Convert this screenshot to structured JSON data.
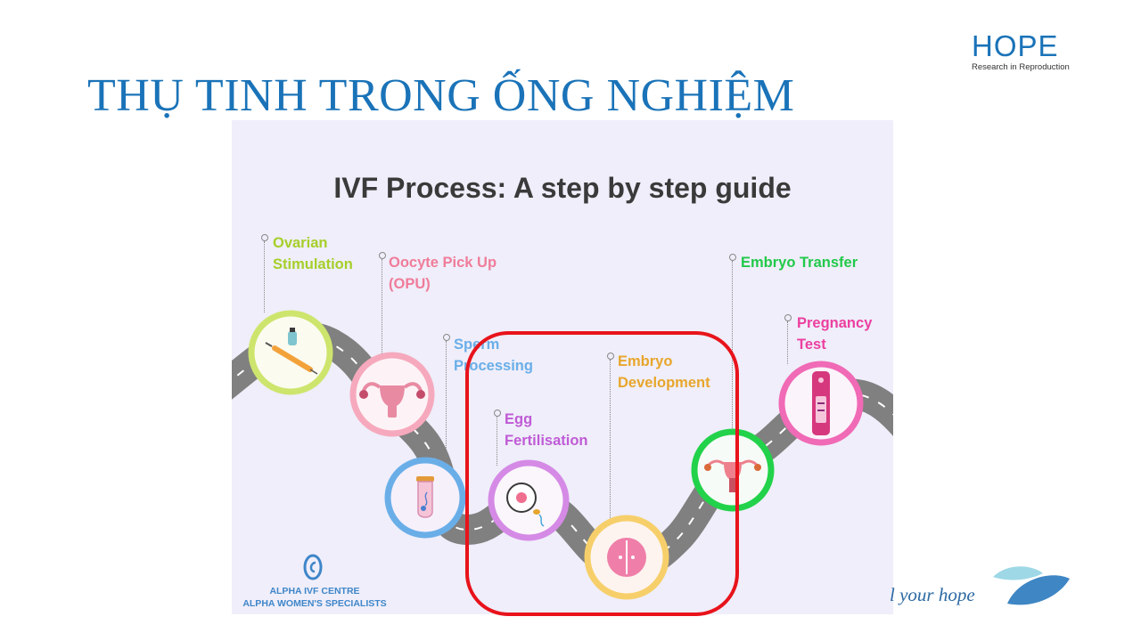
{
  "slide": {
    "title": "THỤ TINH TRONG ỐNG NGHIỆM",
    "brand": {
      "name": "HOPE",
      "subtitle": "Research in Reproduction"
    },
    "tagline": "l your hope"
  },
  "infographic": {
    "title": "IVF Process: A step by step guide",
    "steps": [
      {
        "label": "Ovarian\nStimulation",
        "color": "#a6cf2a",
        "ring": "#cde56d",
        "icon": "syringe-icon"
      },
      {
        "label": "Oocyte Pick Up\n(OPU)",
        "color": "#f07c9a",
        "ring": "#f6a9bd",
        "icon": "uterus-icon"
      },
      {
        "label": "Sperm\nProcessing",
        "color": "#6aaee8",
        "ring": "#6aaee8",
        "icon": "test-tube-icon"
      },
      {
        "label": "Egg\nFertilisation",
        "color": "#c05bd6",
        "ring": "#d58ae6",
        "icon": "egg-sperm-icon"
      },
      {
        "label": "Embryo\nDevelopment",
        "color": "#e8a62c",
        "ring": "#f7cf6a",
        "icon": "embryo-icon"
      },
      {
        "label": "Embryo Transfer",
        "color": "#22c94a",
        "ring": "#22d24a",
        "icon": "reproductive-organ-icon"
      },
      {
        "label": "Pregnancy\nTest",
        "color": "#ec3fa0",
        "ring": "#f06ab6",
        "icon": "pregnancy-test-icon"
      }
    ],
    "clinic": {
      "line1": "ALPHA IVF CENTRE",
      "line2": "ALPHA WOMEN'S SPECIALISTS"
    }
  },
  "annotation": {
    "color": "#e8131b"
  }
}
